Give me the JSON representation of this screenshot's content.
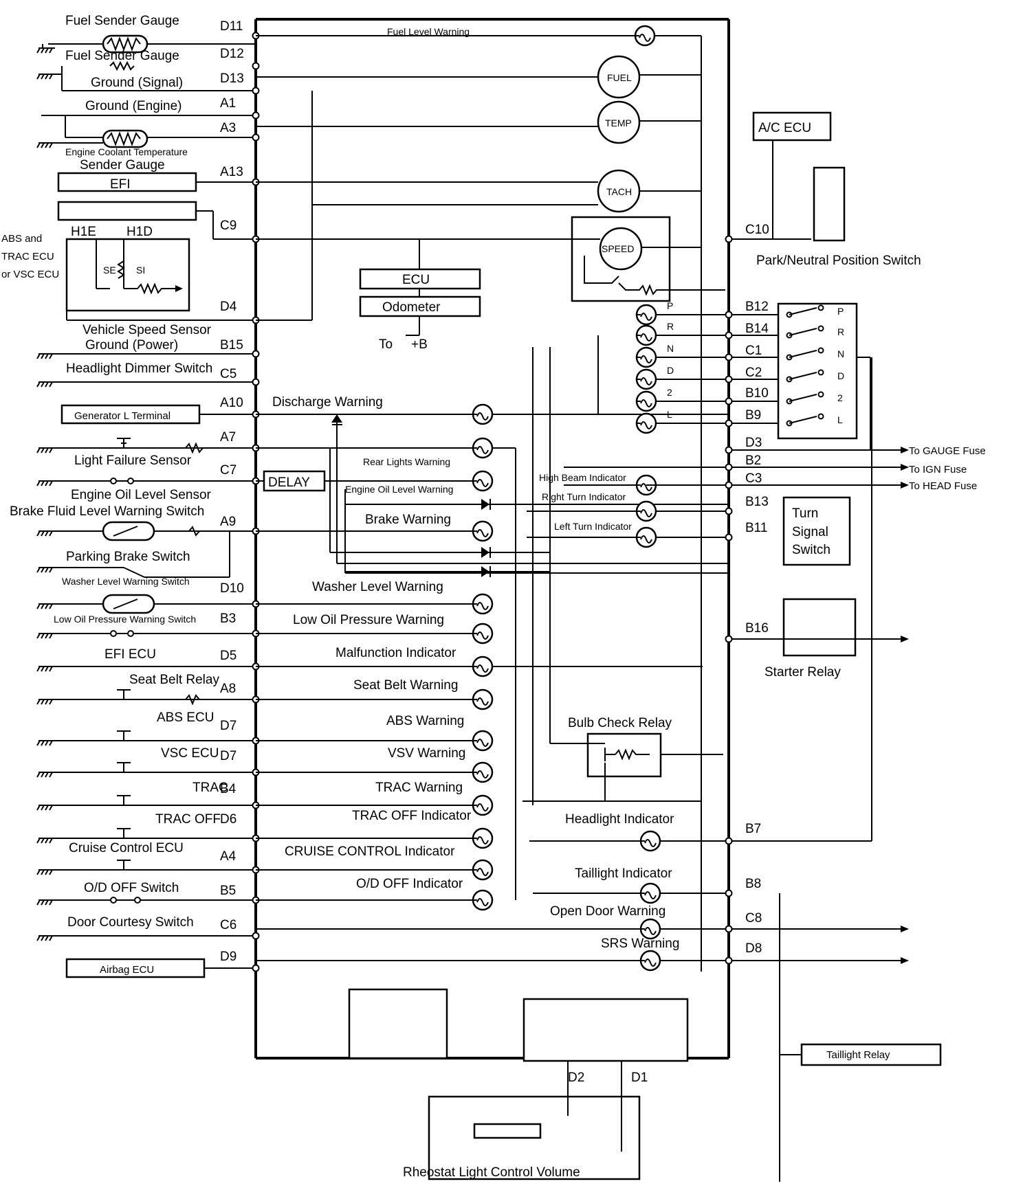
{
  "left_labels": {
    "fuel_sender_1": "Fuel Sender Gauge",
    "fuel_sender_2": "Fuel Sender Gauge",
    "ground_signal": "Ground (Signal)",
    "ground_engine": "Ground (Engine)",
    "coolant_sender_1": "Engine Coolant Temperature",
    "coolant_sender_2": "Sender Gauge",
    "efi": "EFI",
    "abs_1": "ABS and",
    "abs_2": "TRAC ECU",
    "abs_3": "or VSC ECU",
    "h1e": "H1E",
    "h1d": "H1D",
    "se": "SE",
    "si": "SI",
    "vss": "Vehicle Speed Sensor",
    "ground_power": "Ground (Power)",
    "dimmer": "Headlight Dimmer Switch",
    "gen_l": "Generator L Terminal",
    "light_failure": "Light Failure Sensor",
    "oil_level": "Engine Oil Level Sensor",
    "brake_fluid": "Brake Fluid Level Warning Switch",
    "parking_brake": "Parking Brake Switch",
    "washer": "Washer Level Warning Switch",
    "low_oil": "Low Oil Pressure Warning Switch",
    "efi_ecu": "EFI ECU",
    "seat_belt": "Seat Belt Relay",
    "abs_ecu": "ABS ECU",
    "vsc_ecu": "VSC ECU",
    "trac": "TRAC",
    "trac_off": "TRAC OFF",
    "cruise": "Cruise Control ECU",
    "od_off": "O/D OFF Switch",
    "door": "Door Courtesy Switch",
    "airbag": "Airbag ECU"
  },
  "left_pins": [
    "D11",
    "D12",
    "D13",
    "A1",
    "A3",
    "A13",
    "C9",
    "D4",
    "B15",
    "C5",
    "A10",
    "A7",
    "C7",
    "A9",
    "D10",
    "B3",
    "D5",
    "A8",
    "D7",
    "D7",
    "B4",
    "D6",
    "A4",
    "B5",
    "C6",
    "D9"
  ],
  "center": {
    "fuel_level_warning": "Fuel Level Warning",
    "fuel": "FUEL",
    "temp": "TEMP",
    "tach": "TACH",
    "speed": "SPEED",
    "ecu": "ECU",
    "odometer": "Odometer",
    "to": "To",
    "plus_b": "+B",
    "discharge": "Discharge Warning",
    "delay": "DELAY",
    "rear_lights": "Rear Lights Warning",
    "oil_level_warning": "Engine Oil Level Warning",
    "brake_warning": "Brake Warning",
    "washer_warning": "Washer Level Warning",
    "low_oil_warning": "Low Oil Pressure Warning",
    "malfunction": "Malfunction Indicator",
    "seat_belt_warning": "Seat Belt Warning",
    "abs_warning": "ABS Warning",
    "vsv_warning": "VSV Warning",
    "trac_warning": "TRAC Warning",
    "trac_off_ind": "TRAC OFF Indicator",
    "cruise_ind": "CRUISE CONTROL Indicator",
    "od_off_ind": "O/D OFF Indicator",
    "high_beam": "High Beam Indicator",
    "right_turn": "Right Turn Indicator",
    "left_turn": "Left Turn Indicator",
    "bulb_check": "Bulb Check Relay",
    "headlight_ind": "Headlight Indicator",
    "taillight_ind": "Taillight Indicator",
    "open_door": "Open Door Warning",
    "srs": "SRS Warning",
    "shift": [
      "P",
      "R",
      "N",
      "D",
      "2",
      "L"
    ]
  },
  "right_pins": [
    "C10",
    "B12",
    "B14",
    "C1",
    "C2",
    "B10",
    "B9",
    "D3",
    "B2",
    "C3",
    "B13",
    "B11",
    "B16",
    "B7",
    "B8",
    "C8",
    "D8"
  ],
  "right": {
    "ac_ecu": "A/C ECU",
    "pn_switch": "Park/Neutral Position Switch",
    "switch_letters": [
      "P",
      "R",
      "N",
      "D",
      "2",
      "L"
    ],
    "gauge_fuse": "To GAUGE Fuse",
    "ign_fuse": "To IGN Fuse",
    "head_fuse": "To HEAD Fuse",
    "turn_1": "Turn",
    "turn_2": "Signal",
    "turn_3": "Switch",
    "starter": "Starter Relay",
    "taillight_relay": "Taillight Relay"
  },
  "bottom": {
    "d2": "D2",
    "d1": "D1",
    "rheostat": "Rheostat Light Control Volume"
  }
}
